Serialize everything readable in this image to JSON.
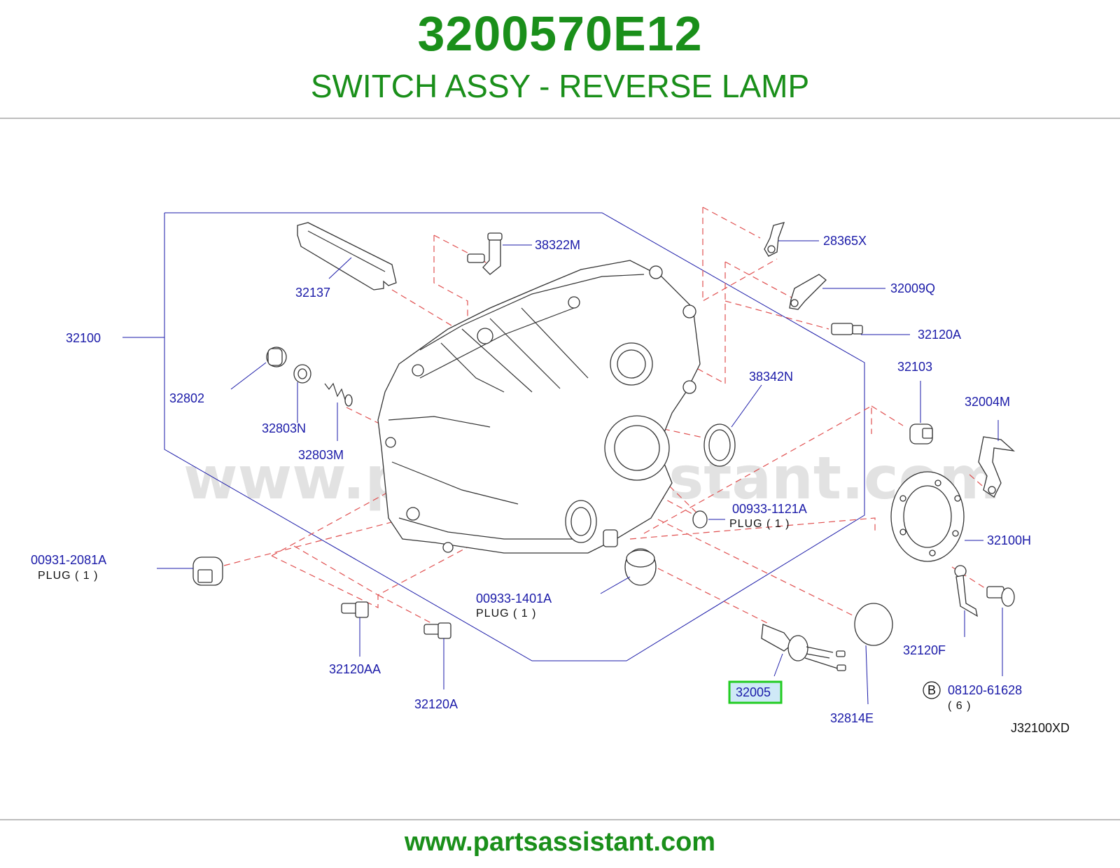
{
  "header": {
    "part_number": "3200570E12",
    "part_name": "SWITCH ASSY - REVERSE LAMP"
  },
  "diagram": {
    "watermark": "www.partsassistant.com",
    "diagram_code": "J32100XD",
    "highlighted_label": "32005",
    "labels": {
      "p28365X": "28365X",
      "p38322M": "38322M",
      "p32009Q": "32009Q",
      "p32137": "32137",
      "p32120A_top": "32120A",
      "p32100": "32100",
      "p32103": "32103",
      "p38342N": "38342N",
      "p32802": "32802",
      "p32004M": "32004M",
      "p32803N": "32803N",
      "p32803M": "32803M",
      "p00933_1121A": "00933-1121A",
      "plug_1121A": "PLUG   ( 1 )",
      "p32100H": "32100H",
      "p00931_2081A": "00931-2081A",
      "plug_2081A": "PLUG  ( 1 )",
      "p00933_1401A": "00933-1401A",
      "plug_1401A": "PLUG   ( 1 )",
      "p32120F": "32120F",
      "p32120AA": "32120AA",
      "p32005": "32005",
      "b_circle": "B",
      "p08120_61628": "08120-61628",
      "qty_08120": "( 6 )",
      "p32814E": "32814E",
      "p32120A_bottom": "32120A"
    }
  },
  "footer": {
    "url": "www.partsassistant.com"
  },
  "colors": {
    "title_green": "#1a8f1a",
    "label_blue": "#1a1aa8",
    "dash_red": "#e05050",
    "highlight_green": "#22cc22",
    "highlight_fill": "#cfe9f7"
  }
}
